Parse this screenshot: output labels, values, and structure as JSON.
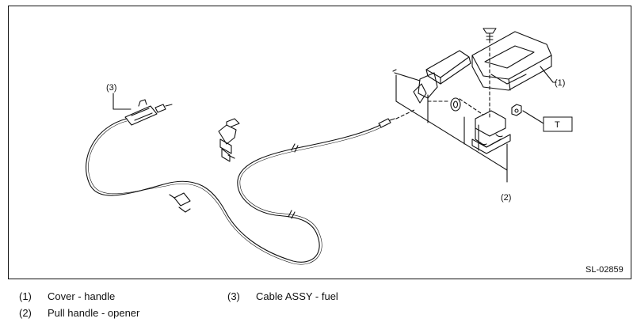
{
  "figure_code": "SL-02859",
  "callouts": {
    "c1": "(1)",
    "c2": "(2)",
    "c3": "(3)",
    "torque": "T"
  },
  "legend": [
    {
      "num": "(1)",
      "text": "Cover - handle"
    },
    {
      "num": "(2)",
      "text": "Pull handle - opener"
    },
    {
      "num": "(3)",
      "text": "Cable ASSY - fuel"
    }
  ]
}
